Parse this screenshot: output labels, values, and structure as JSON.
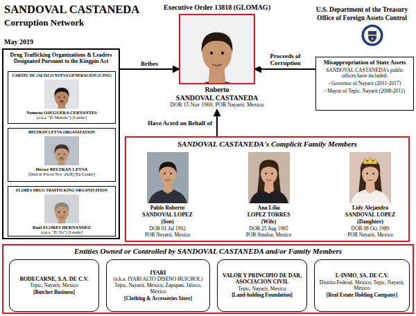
{
  "diagram": {
    "title": "SANDOVAL CASTANEDA",
    "nodes": [
      {
        "text": [
          "Executive Order 13818 (GLOMAG)",
          "Roberto",
          "SANDOVAL CASTANEDA",
          "DOB 15 Nov 1969; POB Nayarit, Mexico"
        ]
      },
      {
        "text": [
          "Drug Trafficking Organizations & Leaders Designated Pursuant to the Kingpin Act"
        ]
      },
      {
        "text": [
          "CARTEL DE JALISCO NUEVA GENERACION (CJNG)",
          "Nemesio OSEGUERA CERVANTES",
          "(a.k.a. \"El Mencho\") [Leader]"
        ],
        "in": 1
      },
      {
        "text": [
          "BELTRAN LEYVA ORGANIZATION",
          "Hector BELTRAN LEYVA",
          "(Died in Prison Nov. 2018) [Ex-Leader]"
        ],
        "in": 1
      },
      {
        "text": [
          "FLORES DRUG TRAFFICKING ORGANIZATION",
          "Raul FLORES HERNANDEZ",
          "(a.k.a. \"El Tio\") [Leader]"
        ],
        "in": 1
      },
      {
        "text": [
          "Misappropriation of State Assets",
          "SANDOVAL CASTANEDA's public offices have included:",
          "- Governor of Nayarit (2011-2017)",
          "- Mayor of Tepic, Nayarit (2008-2011)"
        ]
      },
      {
        "text": [
          "SANDOVAL CASTANEDA's Complicit Family Members"
        ]
      },
      {
        "text": [
          "Pablo Roberto",
          "SANDOVAL LOPEZ",
          "(Son)",
          "DOB 01 Jul 1992",
          "POB Nayarit, Mexico"
        ],
        "in": 6
      },
      {
        "text": [
          "Ana Lilia",
          "LOPEZ TORRES",
          "(Wife)",
          "DOB 25 Aug 1965",
          "POB Sinaloa, Mexico"
        ],
        "in": 6
      },
      {
        "text": [
          "Lidy Alejandra",
          "SANDOVAL LOPEZ",
          "(Daughter)",
          "DOB 08 Oct 1989",
          "POB Nayarit, Mexico"
        ],
        "in": 6
      },
      {
        "text": [
          "Entities Owned or Controlled by SANDOVAL CASTANEDA and/or Family Members"
        ]
      },
      {
        "text": [
          "BODECARNE, S.A. DE C.V.",
          "Tepic, Nayarit, Mexico",
          "[Butcher Business]"
        ],
        "in": 10
      },
      {
        "text": [
          "IYARI",
          "(a.k.a. IYARI ALTO DISENO HUICHOL)",
          "Tepic, Nayarit, Mexico; Zapopan, Jalisco, Mexico",
          "[Clothing & Accessories Store]"
        ],
        "in": 10
      },
      {
        "text": [
          "VALOR Y PRINCIPIO DE DAR, ASOCIACION CIVIL",
          "Tepic, Nayarit, Mexico",
          "[Land-holding Foundation]"
        ],
        "in": 10
      },
      {
        "text": [
          "L-INMO, SA. DE C.V.",
          "Distrito Federal, Mexico; Tepic, Nayarit, Mexico",
          "[Real Estate Holding Company]"
        ],
        "in": 10
      }
    ],
    "edges": [
      {
        "from": 1,
        "to": 0,
        "label": "Bribes",
        "arrow": "to"
      },
      {
        "from": 5,
        "to": 0,
        "label": "Proceeds of Corruption",
        "arrow": "to"
      },
      {
        "from": 6,
        "to": 0,
        "label": "Have Acted on Behalf of",
        "arrow": "to"
      }
    ],
    "labels": [
      "Corruption Network",
      "May 2019",
      "U.S. Department of the Treasury",
      "Office of Foreign Assets Control"
    ]
  }
}
